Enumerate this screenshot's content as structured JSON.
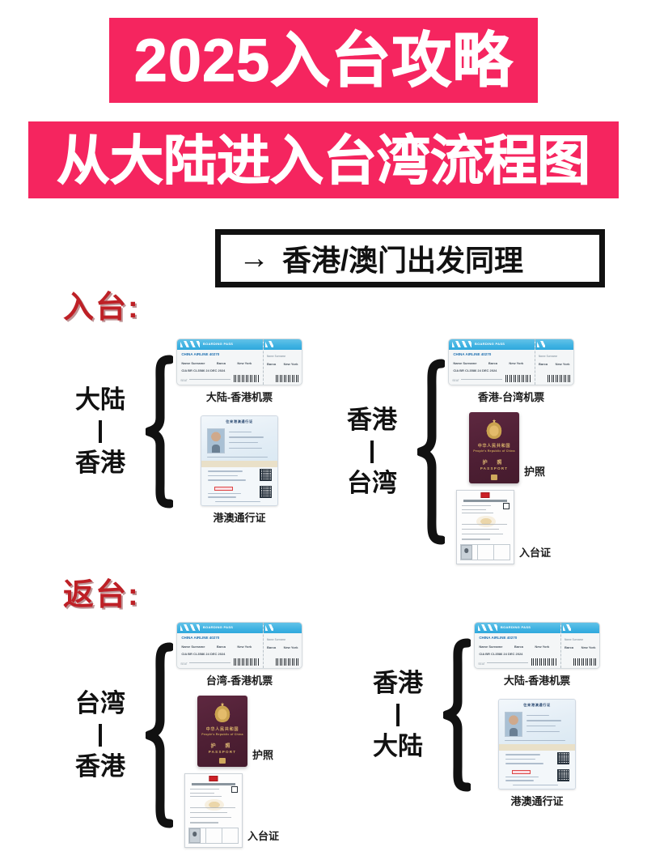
{
  "headline": {
    "band1": "2025入台攻略",
    "band2": "从大陆进入台湾流程图",
    "accent_color": "#F5255F"
  },
  "note": {
    "arrow": "→",
    "text": "香港/澳门出发同理",
    "border_color": "#111111"
  },
  "sections": [
    {
      "heading": "入台:",
      "heading_color": "#BE2026",
      "groups": [
        {
          "from": "大陆",
          "to": "香港",
          "documents": [
            {
              "type": "boarding-pass",
              "caption": "大陆-香港机票",
              "caption_pos": "below"
            },
            {
              "type": "travel-permit",
              "caption": "港澳通行证",
              "caption_pos": "below"
            }
          ]
        },
        {
          "from": "香港",
          "to": "台湾",
          "documents": [
            {
              "type": "boarding-pass",
              "caption": "香港-台湾机票",
              "caption_pos": "below"
            },
            {
              "type": "passport",
              "caption": "护照",
              "caption_pos": "side"
            },
            {
              "type": "entry-permit",
              "caption": "入台证",
              "caption_pos": "side"
            }
          ]
        }
      ]
    },
    {
      "heading": "返台:",
      "heading_color": "#BE2026",
      "groups": [
        {
          "from": "台湾",
          "to": "香港",
          "documents": [
            {
              "type": "boarding-pass",
              "caption": "台湾-香港机票",
              "caption_pos": "below"
            },
            {
              "type": "passport",
              "caption": "护照",
              "caption_pos": "side"
            },
            {
              "type": "entry-permit",
              "caption": "入台证",
              "caption_pos": "side"
            }
          ]
        },
        {
          "from": "香港",
          "to": "大陆",
          "documents": [
            {
              "type": "boarding-pass",
              "caption": "大陆-香港机票",
              "caption_pos": "below"
            },
            {
              "type": "travel-permit",
              "caption": "港澳通行证",
              "caption_pos": "below"
            }
          ]
        }
      ]
    }
  ],
  "artwork": {
    "ticket": {
      "airline": "CHINA AIRLINE 40270",
      "header_note": "BOARDING PASS",
      "field_name": "Name  Surname",
      "field_from": "Barca",
      "field_to": "New York",
      "field_row2": "CIA      BR      CI-3586 24 DEC 2024",
      "foot": "SEAT"
    },
    "permit": {
      "title": "往来港澳通行证"
    },
    "passport": {
      "country_zh": "中华人民共和国",
      "country_en": "People's Republic of China",
      "doc_zh": "护 照",
      "doc_en": "PASSPORT"
    }
  }
}
